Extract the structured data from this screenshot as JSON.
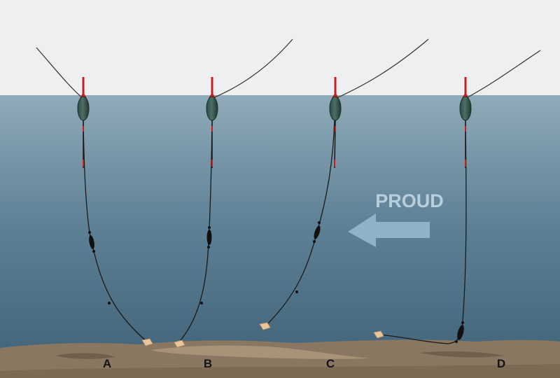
{
  "diagram": {
    "current_label": "PROUD",
    "rigs": [
      {
        "label": "A"
      },
      {
        "label": "B"
      },
      {
        "label": "C"
      },
      {
        "label": "D"
      }
    ]
  },
  "colors": {
    "sky": "#eeeff1",
    "water_top": "#90abb9",
    "water_bottom": "#3f6177",
    "riverbed": "#8a7761",
    "riverbed_light": "#a59179",
    "float_body": "#3a5a52",
    "float_tip": "#c81e1e",
    "bait": "#e8c79a",
    "arrow": "#8fb3c6",
    "line": "#1a1a1a"
  }
}
